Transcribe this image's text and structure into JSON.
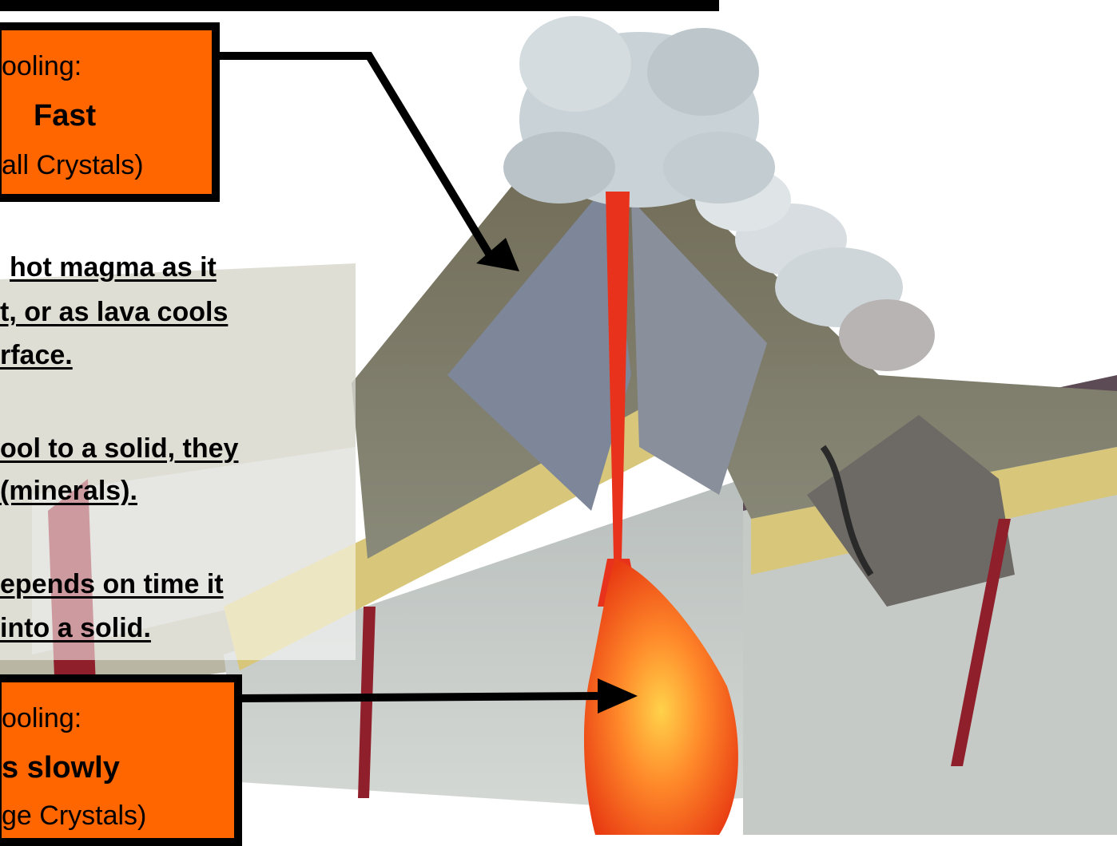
{
  "top_box": {
    "line1": "ooling:",
    "line2": "Fast",
    "line3": "all Crystals)"
  },
  "bottom_box": {
    "line1": "ooling:",
    "line2": "s slowly",
    "line3": "ge Crystals)"
  },
  "paragraphs": {
    "p1_line1": "hot magma as it",
    "p1_line2": "t, or as lava cools",
    "p1_line3": "rface.",
    "p2_line1": "ool to a solid, they",
    "p2_line2": "(minerals).",
    "p3_line1": "epends on time it",
    "p3_line2": "into a solid."
  },
  "colors": {
    "box_fill": "#ff6600",
    "lava": "#e8321c",
    "magma": "#f25a1a",
    "ash": "#c9d2d6",
    "bedrock": "#c2c6c2",
    "sandstone": "#d8c77a"
  }
}
